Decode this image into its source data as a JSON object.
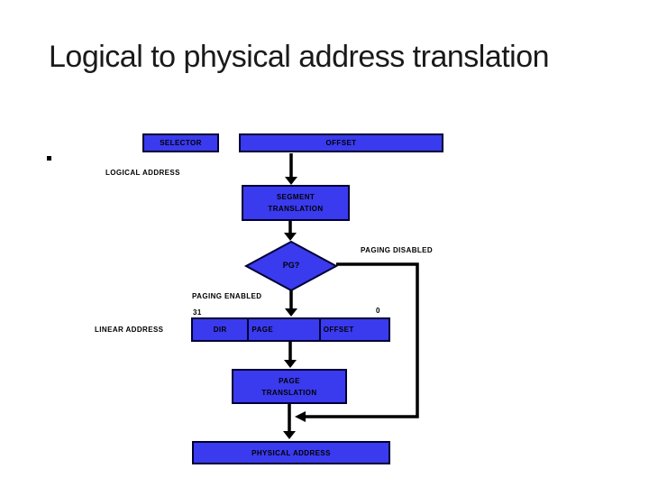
{
  "slide": {
    "title": "Logical to physical address translation"
  },
  "colors": {
    "background": "#ffffff",
    "title_color": "#1a1a1a",
    "box_fill": "#3a3aee",
    "box_border": "#000033",
    "connector": "#000000"
  },
  "diagram": {
    "selector_box": "SELECTOR",
    "offset_box": "OFFSET",
    "logical_address_label": "LOGICAL ADDRESS",
    "segment_translation_box": {
      "line1": "SEGMENT",
      "line2": "TRANSLATION"
    },
    "paging_disabled_label": "PAGING DISABLED",
    "pg_diamond": "PG?",
    "paging_enabled_label": "PAGING ENABLED",
    "bit_high_label": "31",
    "bit_low_label": "0",
    "linear_address_label": "LINEAR ADDRESS",
    "dir_field": "DIR",
    "page_field": "PAGE",
    "offset_field": "OFFSET",
    "page_translation_box": {
      "line1": "PAGE",
      "line2": "TRANSLATION"
    },
    "physical_address_box": "PHYSICAL ADDRESS"
  }
}
